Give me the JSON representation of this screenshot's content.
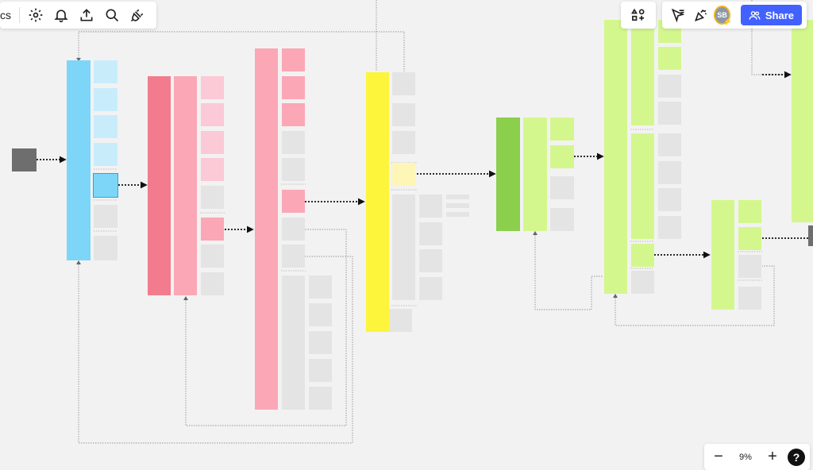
{
  "board": {
    "title_fragment": "cs"
  },
  "toolbar": {
    "share_label": "Share",
    "avatar_initials": "SB",
    "zoom_level": "9%",
    "zoom_out_label": "−",
    "zoom_in_label": "+",
    "help_label": "?"
  },
  "colors": {
    "accent": "#4262ff",
    "avatar_ring": "#f0b323"
  }
}
